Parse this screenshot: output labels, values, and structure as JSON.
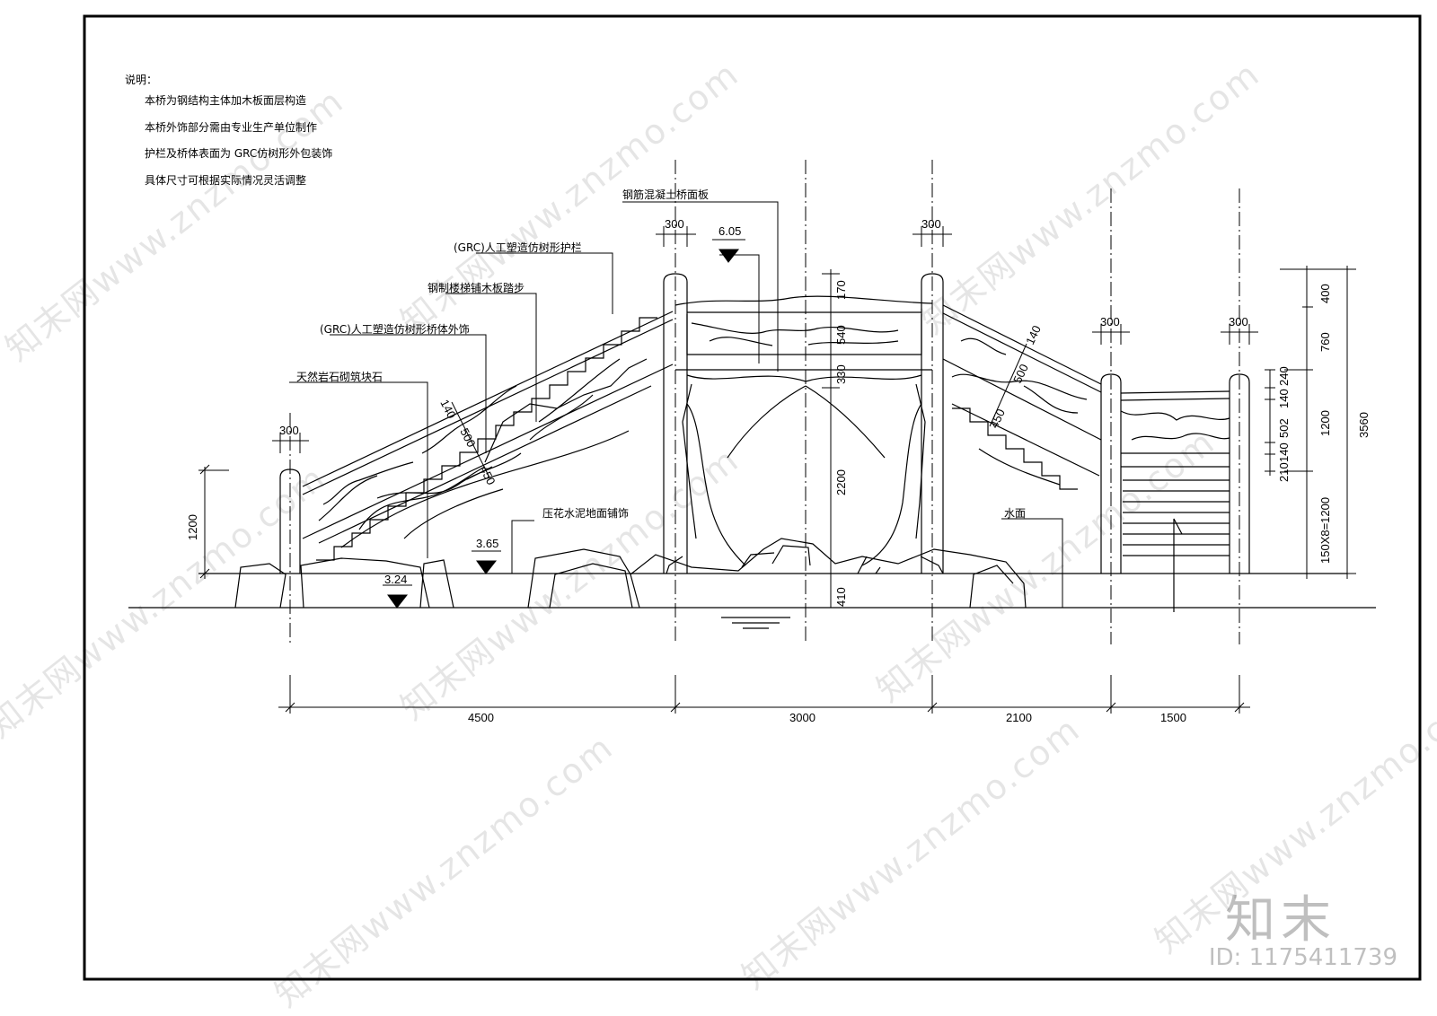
{
  "notes": {
    "heading": "说明：",
    "lines": [
      "本桥为钢结构主体加木板面层构造",
      "本桥外饰部分需由专业生产单位制作",
      "护栏及桥体表面为 GRC仿树形外包装饰",
      "具体尺寸可根据实际情况灵活调整"
    ]
  },
  "callouts": {
    "deck": "钢筋混凝土桥面板",
    "railing": "(GRC)人工塑造仿树形护栏",
    "steps": "钢制楼梯铺木板踏步",
    "body": "(GRC)人工塑造仿树形桥体外饰",
    "rock": "天然岩石砌筑块石",
    "paving": "压花水泥地面铺饰",
    "water": "水面"
  },
  "levels": {
    "top": "6.05",
    "ground": "3.65",
    "water": "3.24"
  },
  "dims": {
    "bottom": [
      "4500",
      "3000",
      "2100",
      "1500"
    ],
    "post": "300",
    "left_rail": "1200",
    "center_stack": [
      "170",
      "540",
      "330",
      "2200",
      "410"
    ],
    "slope": [
      "140",
      "500",
      "450"
    ],
    "right_stack": [
      "400",
      "760",
      "1200",
      "150X8=1200"
    ],
    "right_total": "3560",
    "right_small": [
      "240",
      "140",
      "502",
      "140",
      "210"
    ]
  },
  "watermark": {
    "text": "知末网www.znzmo.com",
    "brand": "知末",
    "id": "ID: 1175411739"
  }
}
